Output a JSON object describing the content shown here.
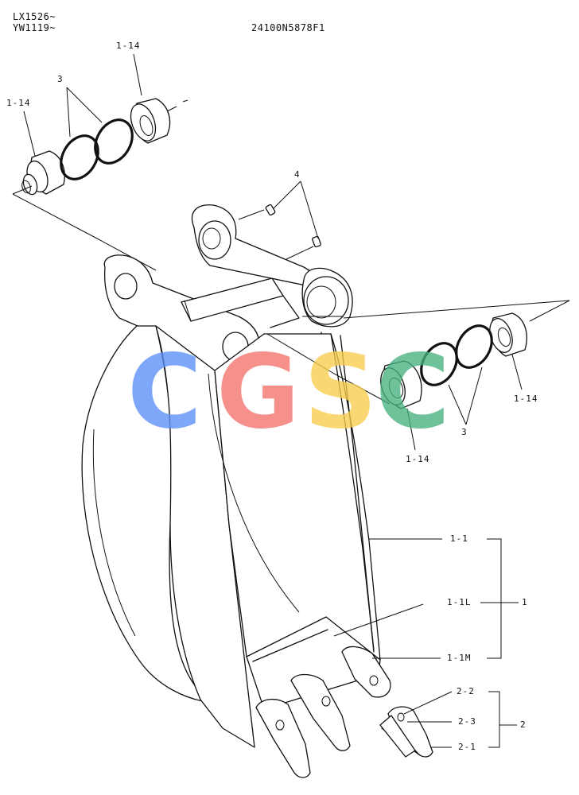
{
  "header": {
    "model_line_1": "LX1526~",
    "model_line_2": "YW1119~",
    "part_number": "24100N5878F1"
  },
  "callouts": {
    "pin_left_top": "1-14",
    "pin_left": "1-14",
    "oring_left": "3",
    "grease_fitting": "4",
    "pin_right_top": "1-14",
    "pin_right": "1-14",
    "oring_right": "3",
    "bucket_body": "1-1",
    "bucket_body_lower": "1-1L",
    "bucket_assembly": "1",
    "adapter": "1-1M",
    "tooth_pin": "2-2",
    "tooth_lock": "2-3",
    "tooth_point": "2-1",
    "tooth_assembly": "2"
  },
  "watermark": {
    "letters": [
      "C",
      "G",
      "S",
      "C"
    ],
    "colors": [
      "#5b8ff9",
      "#f4726b",
      "#f8cd4b",
      "#47b07d"
    ]
  }
}
